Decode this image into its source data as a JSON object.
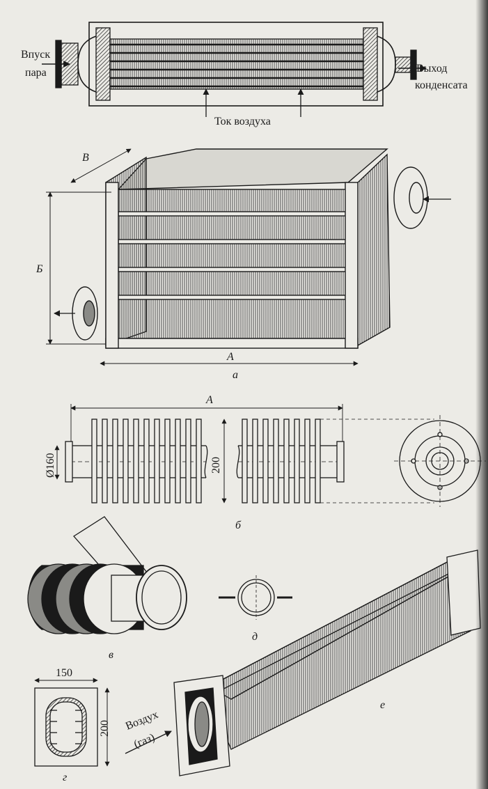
{
  "labels": {
    "steam_inlet_line1": "Впуск",
    "steam_inlet_line2": "пара",
    "condensate_outlet_line1": "Выход",
    "condensate_outlet_line2": "конденсата",
    "air_flow": "Ток воздуха",
    "air_gas_line1": "Воздух",
    "air_gas_line2": "(газ)"
  },
  "dimensions": {
    "A_top": "А",
    "A_fin": "А",
    "B_height": "Б",
    "V_depth": "В",
    "diameter": "Ø160",
    "fin_height": "200",
    "rib_width": "150",
    "rib_height": "200"
  },
  "sublabels": {
    "a": "а",
    "b": "б",
    "v": "в",
    "g": "г",
    "d": "д",
    "e": "е"
  },
  "colors": {
    "ink": "#1a1a1a",
    "paper": "#ecebe6",
    "shade": "#8a8a86"
  }
}
